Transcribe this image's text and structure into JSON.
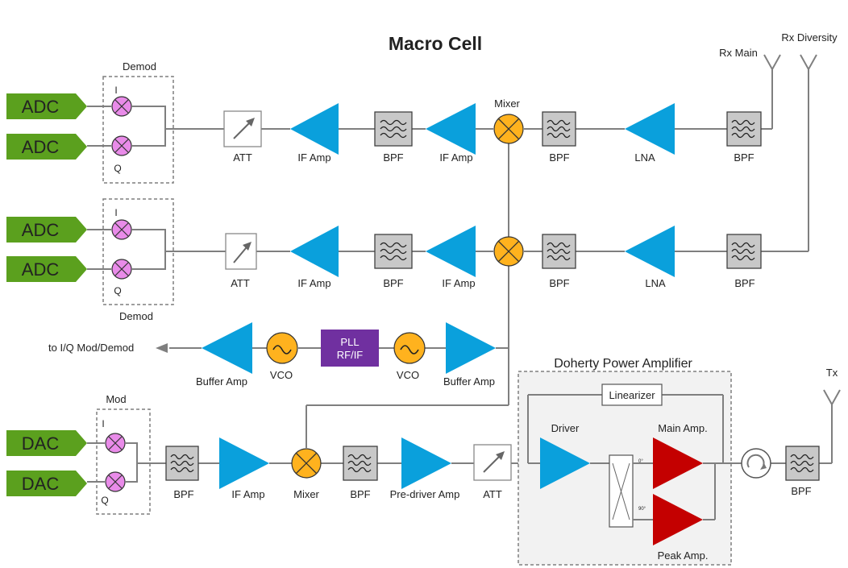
{
  "title": "Macro Cell",
  "antennas": {
    "rx_main": "Rx Main",
    "rx_diversity": "Rx Diversity",
    "tx": "Tx"
  },
  "rx_main_chain": {
    "demod": "Demod",
    "adc_1": "ADC",
    "adc_2": "ADC",
    "i": "I",
    "q": "Q",
    "att": "ATT",
    "if_amp_1": "IF Amp",
    "bpf_1": "BPF",
    "if_amp_2": "IF Amp",
    "mixer": "Mixer",
    "bpf_2": "BPF",
    "lna": "LNA",
    "bpf_3": "BPF"
  },
  "rx_div_chain": {
    "demod": "Demod",
    "adc_1": "ADC",
    "adc_2": "ADC",
    "i": "I",
    "q": "Q",
    "att": "ATT",
    "if_amp_1": "IF Amp",
    "bpf_1": "BPF",
    "if_amp_2": "IF Amp",
    "bpf_2": "BPF",
    "lna": "LNA",
    "bpf_3": "BPF"
  },
  "lo_chain": {
    "to_iq": "to I/Q Mod/Demod",
    "buffer_amp_1": "Buffer Amp",
    "vco_1": "VCO",
    "pll_line1": "PLL",
    "pll_line2": "RF/IF",
    "vco_2": "VCO",
    "buffer_amp_2": "Buffer Amp"
  },
  "tx_chain": {
    "mod": "Mod",
    "dac_1": "DAC",
    "dac_2": "DAC",
    "i": "I",
    "q": "Q",
    "bpf_1": "BPF",
    "if_amp": "IF Amp",
    "mixer": "Mixer",
    "bpf_2": "BPF",
    "pre_driver": "Pre-driver Amp",
    "att": "ATT",
    "bpf_out": "BPF"
  },
  "doherty": {
    "title": "Doherty Power Amplifier",
    "linearizer": "Linearizer",
    "driver": "Driver",
    "main_amp": "Main Amp.",
    "peak_amp": "Peak Amp.",
    "deg_0": "0°",
    "deg_90": "90°"
  },
  "colors": {
    "amplifier": "#0aa0dc",
    "converter": "#5ba01e",
    "mixer": "#ffb21e",
    "demod_mixer": "#e98be9",
    "pll": "#7030a0",
    "doherty_amp": "#c40000"
  }
}
